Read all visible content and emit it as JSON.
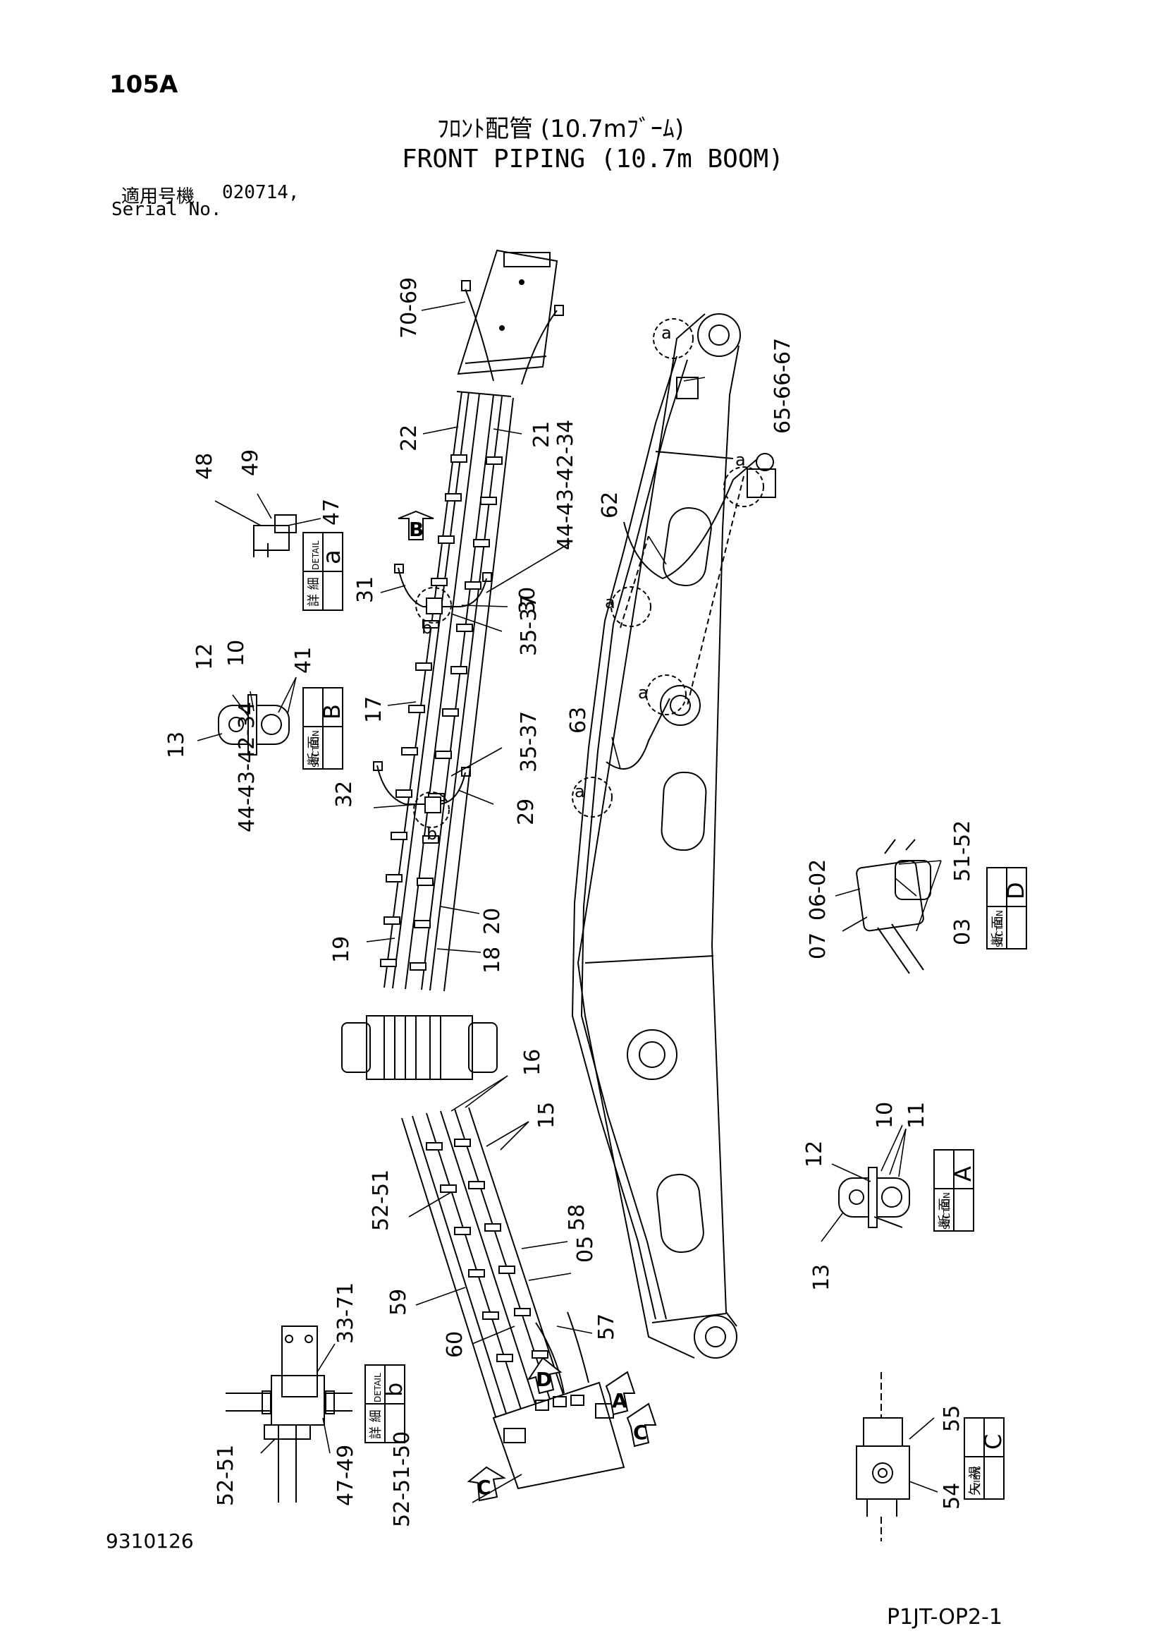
{
  "header": {
    "page_number": "105A",
    "title_jp": "ﾌﾛﾝﾄ配管 (10.7mﾌﾞｰﾑ)",
    "title_en": "FRONT PIPING (10.7m BOOM)",
    "serial_label_jp": "適用号機",
    "serial_value": "020714,",
    "serial_label_en": "Serial No."
  },
  "footer": {
    "document_number": "9310126",
    "page_code": "P1JT-OP2-1"
  },
  "view_labels": {
    "detail_jp": "詳 細",
    "detail_en": "DETAIL",
    "section_jp": "断 面",
    "section_en": "SECTION",
    "view_jp": "矢 視",
    "view_en": "VIEW",
    "detail_a": "a",
    "detail_b": "b",
    "section_a": "A",
    "section_b": "B",
    "section_d": "D",
    "view_c": "C"
  },
  "callouts": {
    "c70_69": "70-69",
    "c22": "22",
    "c21": "21",
    "c48": "48",
    "c49": "49",
    "c47": "47",
    "c44_34": "44-43-42-34",
    "c31": "31",
    "c30": "30",
    "c35_37a": "35-37",
    "c12": "12",
    "c10": "10",
    "c41": "41",
    "c13": "13",
    "c17": "17",
    "c35_37b": "35-37",
    "c32": "32",
    "c29": "29",
    "c44_34b": "44-43-42-34",
    "c19": "19",
    "c20": "20",
    "c18": "18",
    "c16": "16",
    "c15": "15",
    "c52_51a": "52-51",
    "c58": "58",
    "c05": "05",
    "c59": "59",
    "c57": "57",
    "c60": "60",
    "c33_71": "33-71",
    "c52_51b": "52-51",
    "c47_49": "47-49",
    "c52_50": "52-51-50",
    "c65_67": "65-66-67",
    "c62": "62",
    "c63": "63",
    "c06_02": "06-02",
    "c07": "07",
    "c51_52": "51-52",
    "c03": "03",
    "c10b": "10",
    "c11": "11",
    "c12b": "12",
    "c13b": "13",
    "c55": "55",
    "c54": "54",
    "arrow_a": "A",
    "arrow_b": "B",
    "arrow_c1": "C",
    "arrow_c2": "C",
    "arrow_d": "D",
    "circle_a1": "a",
    "circle_a2": "a",
    "circle_a3": "a",
    "circle_a4": "a",
    "circle_a5": "a",
    "circle_b1": "b",
    "circle_b2": "b"
  }
}
